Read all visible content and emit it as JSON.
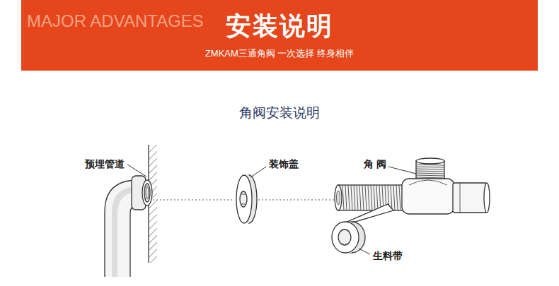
{
  "diagram": {
    "title": "角阀安装说明",
    "nodes": [
      {
        "text": [
          "安装说明",
          "ZMKAM三通角阀 一次选择 终身相伴"
        ]
      }
    ],
    "labels": [
      "MAJOR ADVANTAGES",
      "预埋管道",
      "装饰盖",
      "角 阀",
      "生料带"
    ]
  }
}
